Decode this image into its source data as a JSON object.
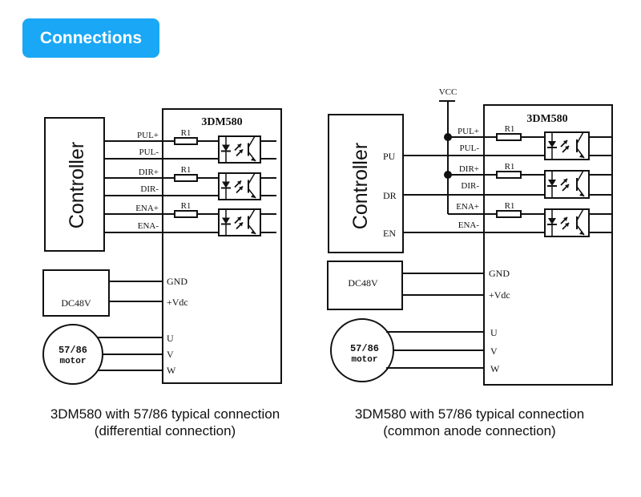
{
  "header": {
    "title": "Connections",
    "accent_color": "#1aa7f5"
  },
  "diagrams": [
    {
      "id": "differential",
      "driver_label": "3DM580",
      "controller_label": "Controller",
      "controller_pins": [],
      "signals": [
        {
          "plus": "PUL+",
          "minus": "PUL-",
          "resistor": "R1"
        },
        {
          "plus": "DIR+",
          "minus": "DIR-",
          "resistor": "R1"
        },
        {
          "plus": "ENA+",
          "minus": "ENA-",
          "resistor": "R1"
        }
      ],
      "power": {
        "label": "DC48V",
        "pins": [
          "GND",
          "+Vdc"
        ]
      },
      "motor": {
        "line1": "57/86",
        "line2": "motor",
        "pins": [
          "U",
          "V",
          "W"
        ]
      },
      "caption": {
        "line1": "3DM580 with 57/86 typical connection",
        "line2": "(differential connection)"
      }
    },
    {
      "id": "common-anode",
      "driver_label": "3DM580",
      "controller_label": "Controller",
      "vcc_label": "VCC",
      "controller_pins": [
        "PU",
        "DR",
        "EN"
      ],
      "signals": [
        {
          "plus": "PUL+",
          "minus": "PUL-",
          "resistor": "R1"
        },
        {
          "plus": "DIR+",
          "minus": "DIR-",
          "resistor": "R1"
        },
        {
          "plus": "ENA+",
          "minus": "ENA-",
          "resistor": "R1"
        }
      ],
      "power": {
        "label": "DC48V",
        "pins": [
          "GND",
          "+Vdc"
        ]
      },
      "motor": {
        "line1": "57/86",
        "line2": "motor",
        "pins": [
          "U",
          "V",
          "W"
        ]
      },
      "caption": {
        "line1": "3DM580 with 57/86 typical connection",
        "line2": "(common anode connection)"
      }
    }
  ]
}
